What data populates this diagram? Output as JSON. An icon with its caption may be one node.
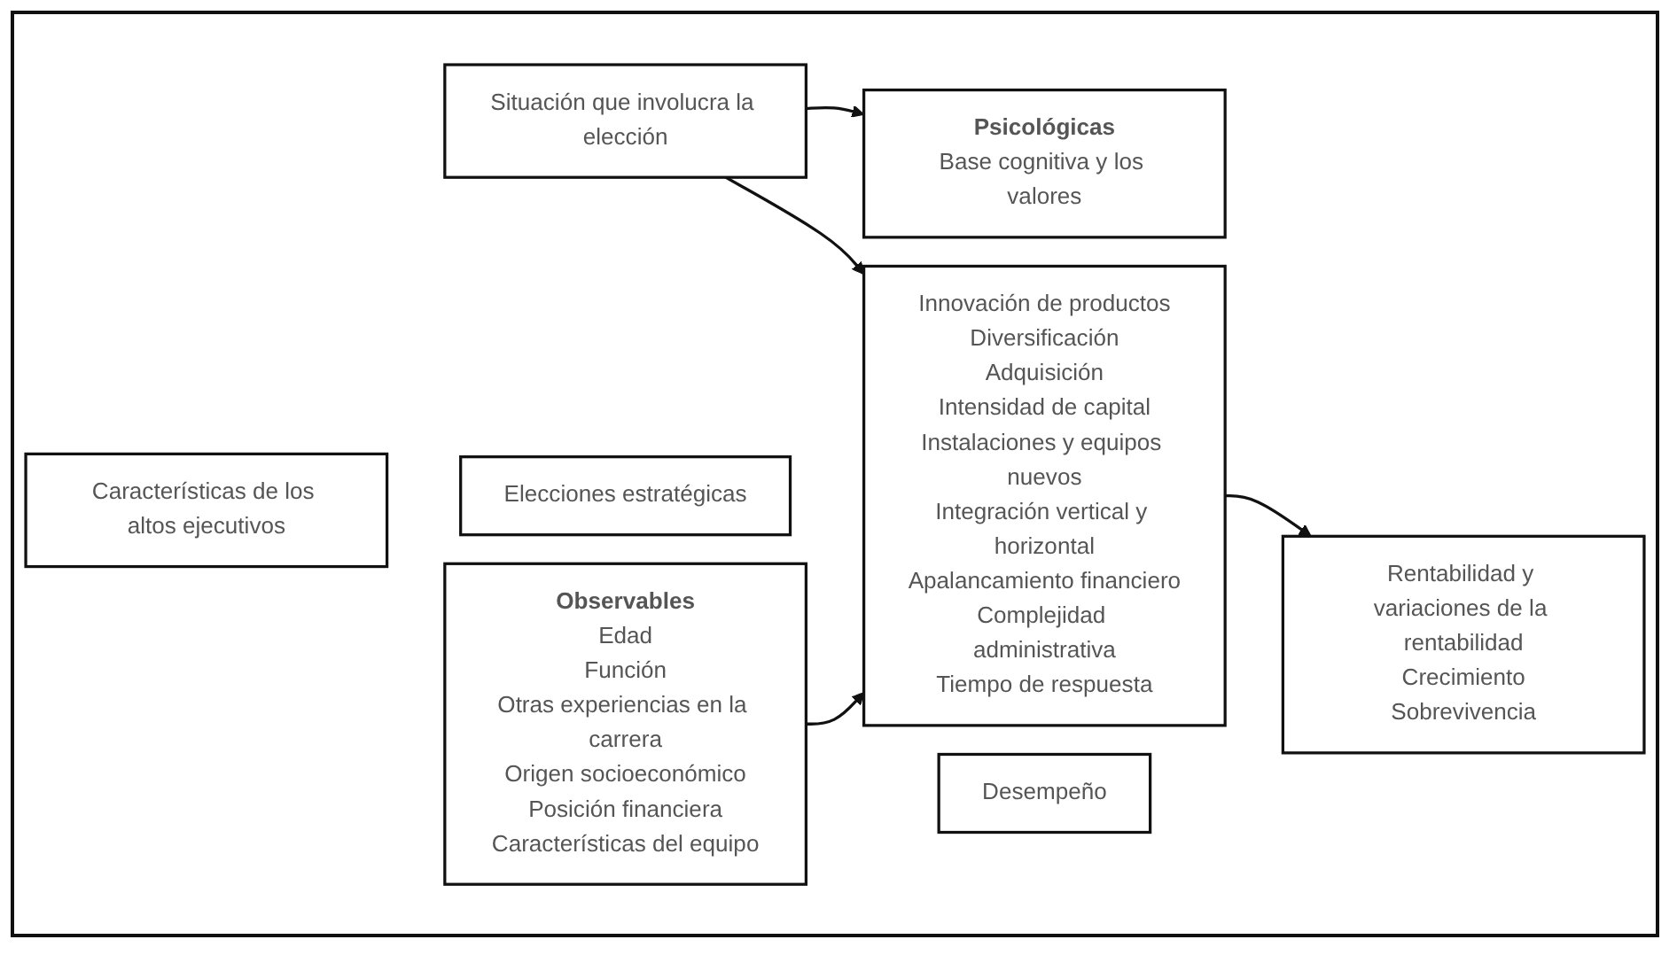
{
  "diagram": {
    "nodes": [
      {
        "text": [
          "Situación que involucra la elección"
        ]
      },
      {
        "text": [
          "Características de los altos ejecutivos"
        ]
      },
      {
        "text": [
          "Psicológicas",
          "Base cognitiva y los valores"
        ]
      },
      {
        "text": [
          "Observables",
          "Edad",
          "Función",
          "Otras experiencias en la carrera",
          "Origen socioeconómico",
          "Posición financiera",
          "Características del equipo"
        ]
      },
      {
        "text": [
          "Elecciones estratégicas"
        ]
      },
      {
        "text": [
          "Innovación de productos",
          "Diversificación",
          "Adquisición",
          "Intensidad de capital",
          "Instalaciones y equipos nuevos",
          "Integración vertical y horizontal",
          "Apalancamiento financiero",
          "Complejidad administrativa",
          "Tiempo de respuesta"
        ]
      },
      {
        "text": [
          "Desempeño"
        ]
      },
      {
        "text": [
          "Rentabilidad y variaciones de la rentabilidad",
          "Crecimiento",
          "Sobrevivencia"
        ]
      }
    ],
    "edges": [
      {
        "from": 0,
        "to": 2,
        "arrow": "to"
      },
      {
        "from": 3,
        "to": 5,
        "arrow": "to"
      },
      {
        "from": 5,
        "to": 7,
        "arrow": "to"
      },
      {
        "from": 0,
        "to": 5,
        "arrow": "to"
      }
    ]
  }
}
